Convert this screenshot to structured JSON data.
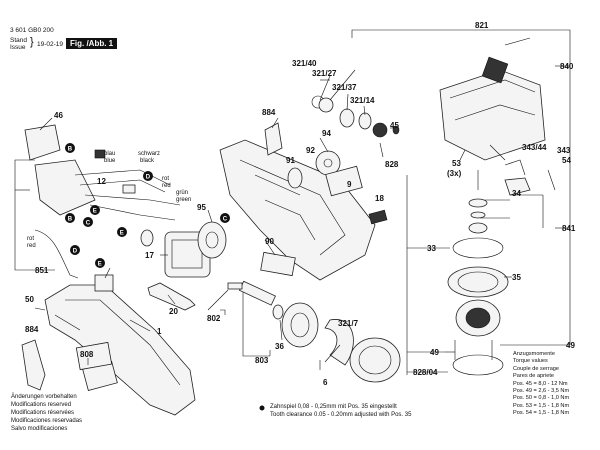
{
  "header": {
    "doc_number": "3 601 GB0 200",
    "stand_label": "Stand",
    "issue_label": "Issue",
    "date": "19-02-19",
    "figure_label": "Fig. /Abb. 1"
  },
  "wire_labels": {
    "blau": "blau",
    "blue": "blue",
    "schwarz": "schwarz",
    "black": "black",
    "rot_1": "rot",
    "red_1": "red",
    "gruen": "grün",
    "green": "green",
    "rot_2": "rot",
    "red_2": "red"
  },
  "badges": [
    "B",
    "D",
    "E",
    "C",
    "B",
    "C",
    "E",
    "D",
    "E",
    "C"
  ],
  "parts": {
    "p821": "821",
    "p840": "840",
    "p321_40": "321/40",
    "p321_27": "321/27",
    "p321_37": "321/37",
    "p321_14": "321/14",
    "p884a": "884",
    "p94": "94",
    "p45": "45",
    "p91": "91",
    "p92": "92",
    "p828": "828",
    "p53": "53",
    "p53x": "(3x)",
    "p343_44": "343/44",
    "p343": "343",
    "p54": "54",
    "p9": "9",
    "p18": "18",
    "p46": "46",
    "p12": "12",
    "p95": "95",
    "p34": "34",
    "p841": "841",
    "p90": "90",
    "p33": "33",
    "p17": "17",
    "p851": "851",
    "p35": "35",
    "p20": "20",
    "p802": "802",
    "p50": "50",
    "p884b": "884",
    "p1": "1",
    "p36": "36",
    "p321_7": "321/7",
    "p803": "803",
    "p808": "808",
    "p6": "6",
    "p49a": "49",
    "p49b": "49",
    "p828_04": "828/04"
  },
  "footnote": {
    "line1": "Zahnspiel 0,08 - 0,25mm mit Pos. 35 eingestellt",
    "line2": "Tooth clearance 0.05 - 0.20mm adjusted with Pos. 35"
  },
  "disclaimer": [
    "Änderungen vorbehalten",
    "Modifications reserved",
    "Modifications réservées",
    "Modificaciones reservadas",
    "Salvo modificaciones"
  ],
  "torque": {
    "titles": [
      "Anzugsmomente",
      "Torque values",
      "Couple de serrage",
      "Pares de apriete"
    ],
    "rows": [
      "Pos.   45 = 8,0 - 12   Nm",
      "Pos.   49 = 2,6 - 3,5 Nm",
      "Pos.   50 = 0,8 - 1,0 Nm",
      "Pos.   53 = 1,5 - 1,8 Nm",
      "Pos.   54 = 1,5 - 1,8 Nm"
    ]
  }
}
